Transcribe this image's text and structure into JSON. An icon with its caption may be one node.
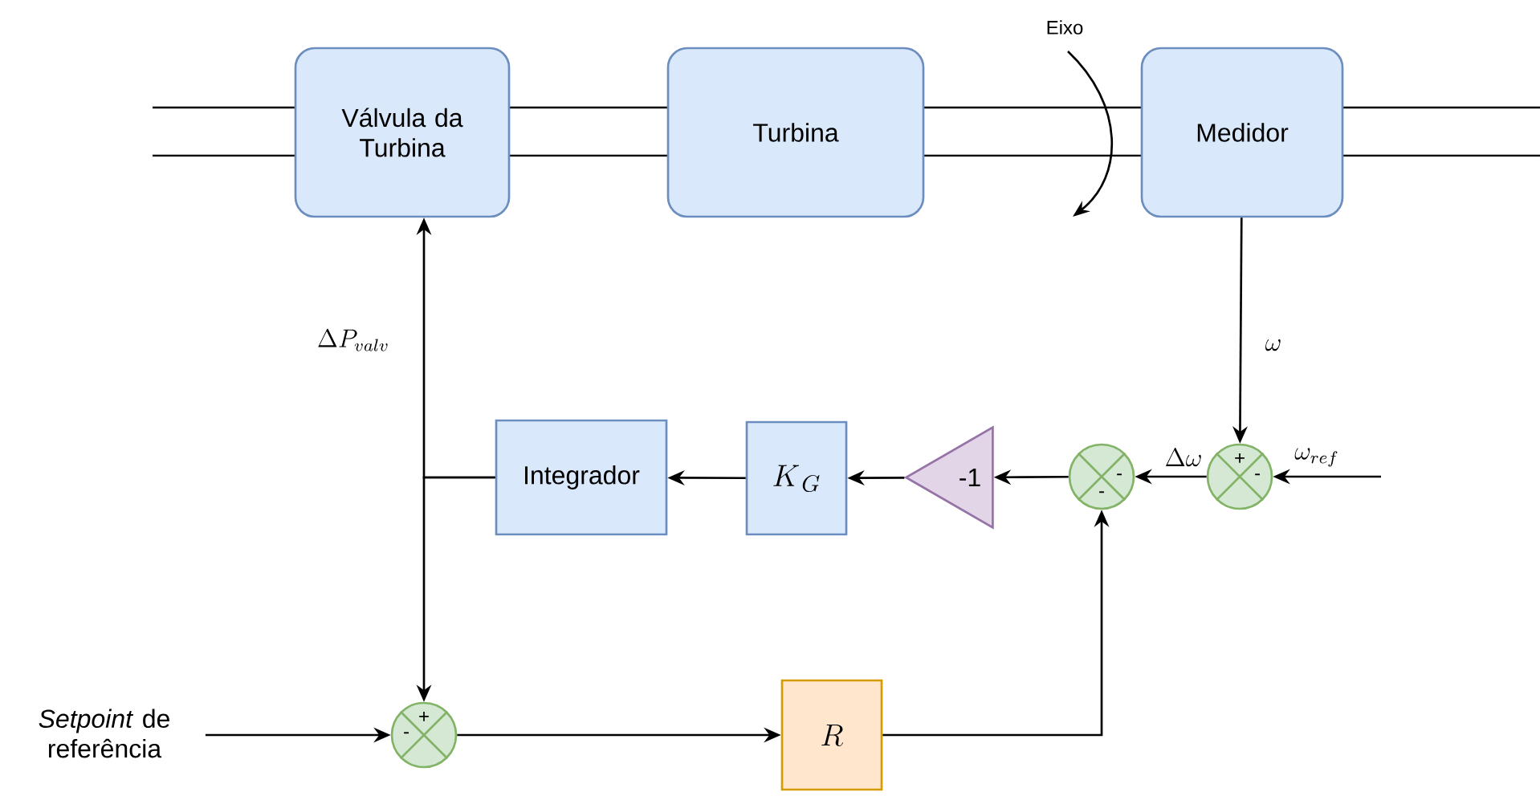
{
  "diagram": {
    "nodes": [
      {
        "text": [
          "Válvula da Turbina"
        ]
      },
      {
        "text": [
          "Turbina"
        ]
      },
      {
        "text": [
          "Medidor"
        ]
      },
      {
        "text": [
          "Integrador"
        ]
      },
      {
        "text": [
          "K_{\\,G}"
        ]
      },
      {
        "text": [
          "-1"
        ]
      },
      {
        "text": [
          "-",
          "-"
        ]
      },
      {
        "text": [
          "+",
          "-"
        ]
      },
      {
        "text": [
          "+",
          "-"
        ]
      },
      {
        "text": [
          "R"
        ]
      },
      {
        "text": [
          "*Setpoint* de referência"
        ]
      }
    ],
    "edges": [
      {
        "from": 2,
        "to": 7,
        "arrow": "to",
        "label": "\\omega"
      },
      {
        "from": null,
        "to": 7,
        "arrow": "to",
        "label": "\\omega_{ref}"
      },
      {
        "from": 7,
        "to": 6,
        "arrow": "to",
        "label": "\\Delta\\omega"
      },
      {
        "from": 6,
        "to": 5,
        "arrow": "to"
      },
      {
        "from": 5,
        "to": 4,
        "arrow": "to"
      },
      {
        "from": 4,
        "to": 3,
        "arrow": "to"
      },
      {
        "from": 3,
        "to": 0,
        "arrow": "to",
        "label": "\\Delta P_{valv}"
      },
      {
        "from": 3,
        "to": 8,
        "arrow": "to"
      },
      {
        "from": 10,
        "to": 8,
        "arrow": "to"
      },
      {
        "from": 8,
        "to": 9,
        "arrow": "to"
      },
      {
        "from": 9,
        "to": 6,
        "arrow": "to"
      }
    ],
    "labels": [
      "Eixo"
    ]
  }
}
